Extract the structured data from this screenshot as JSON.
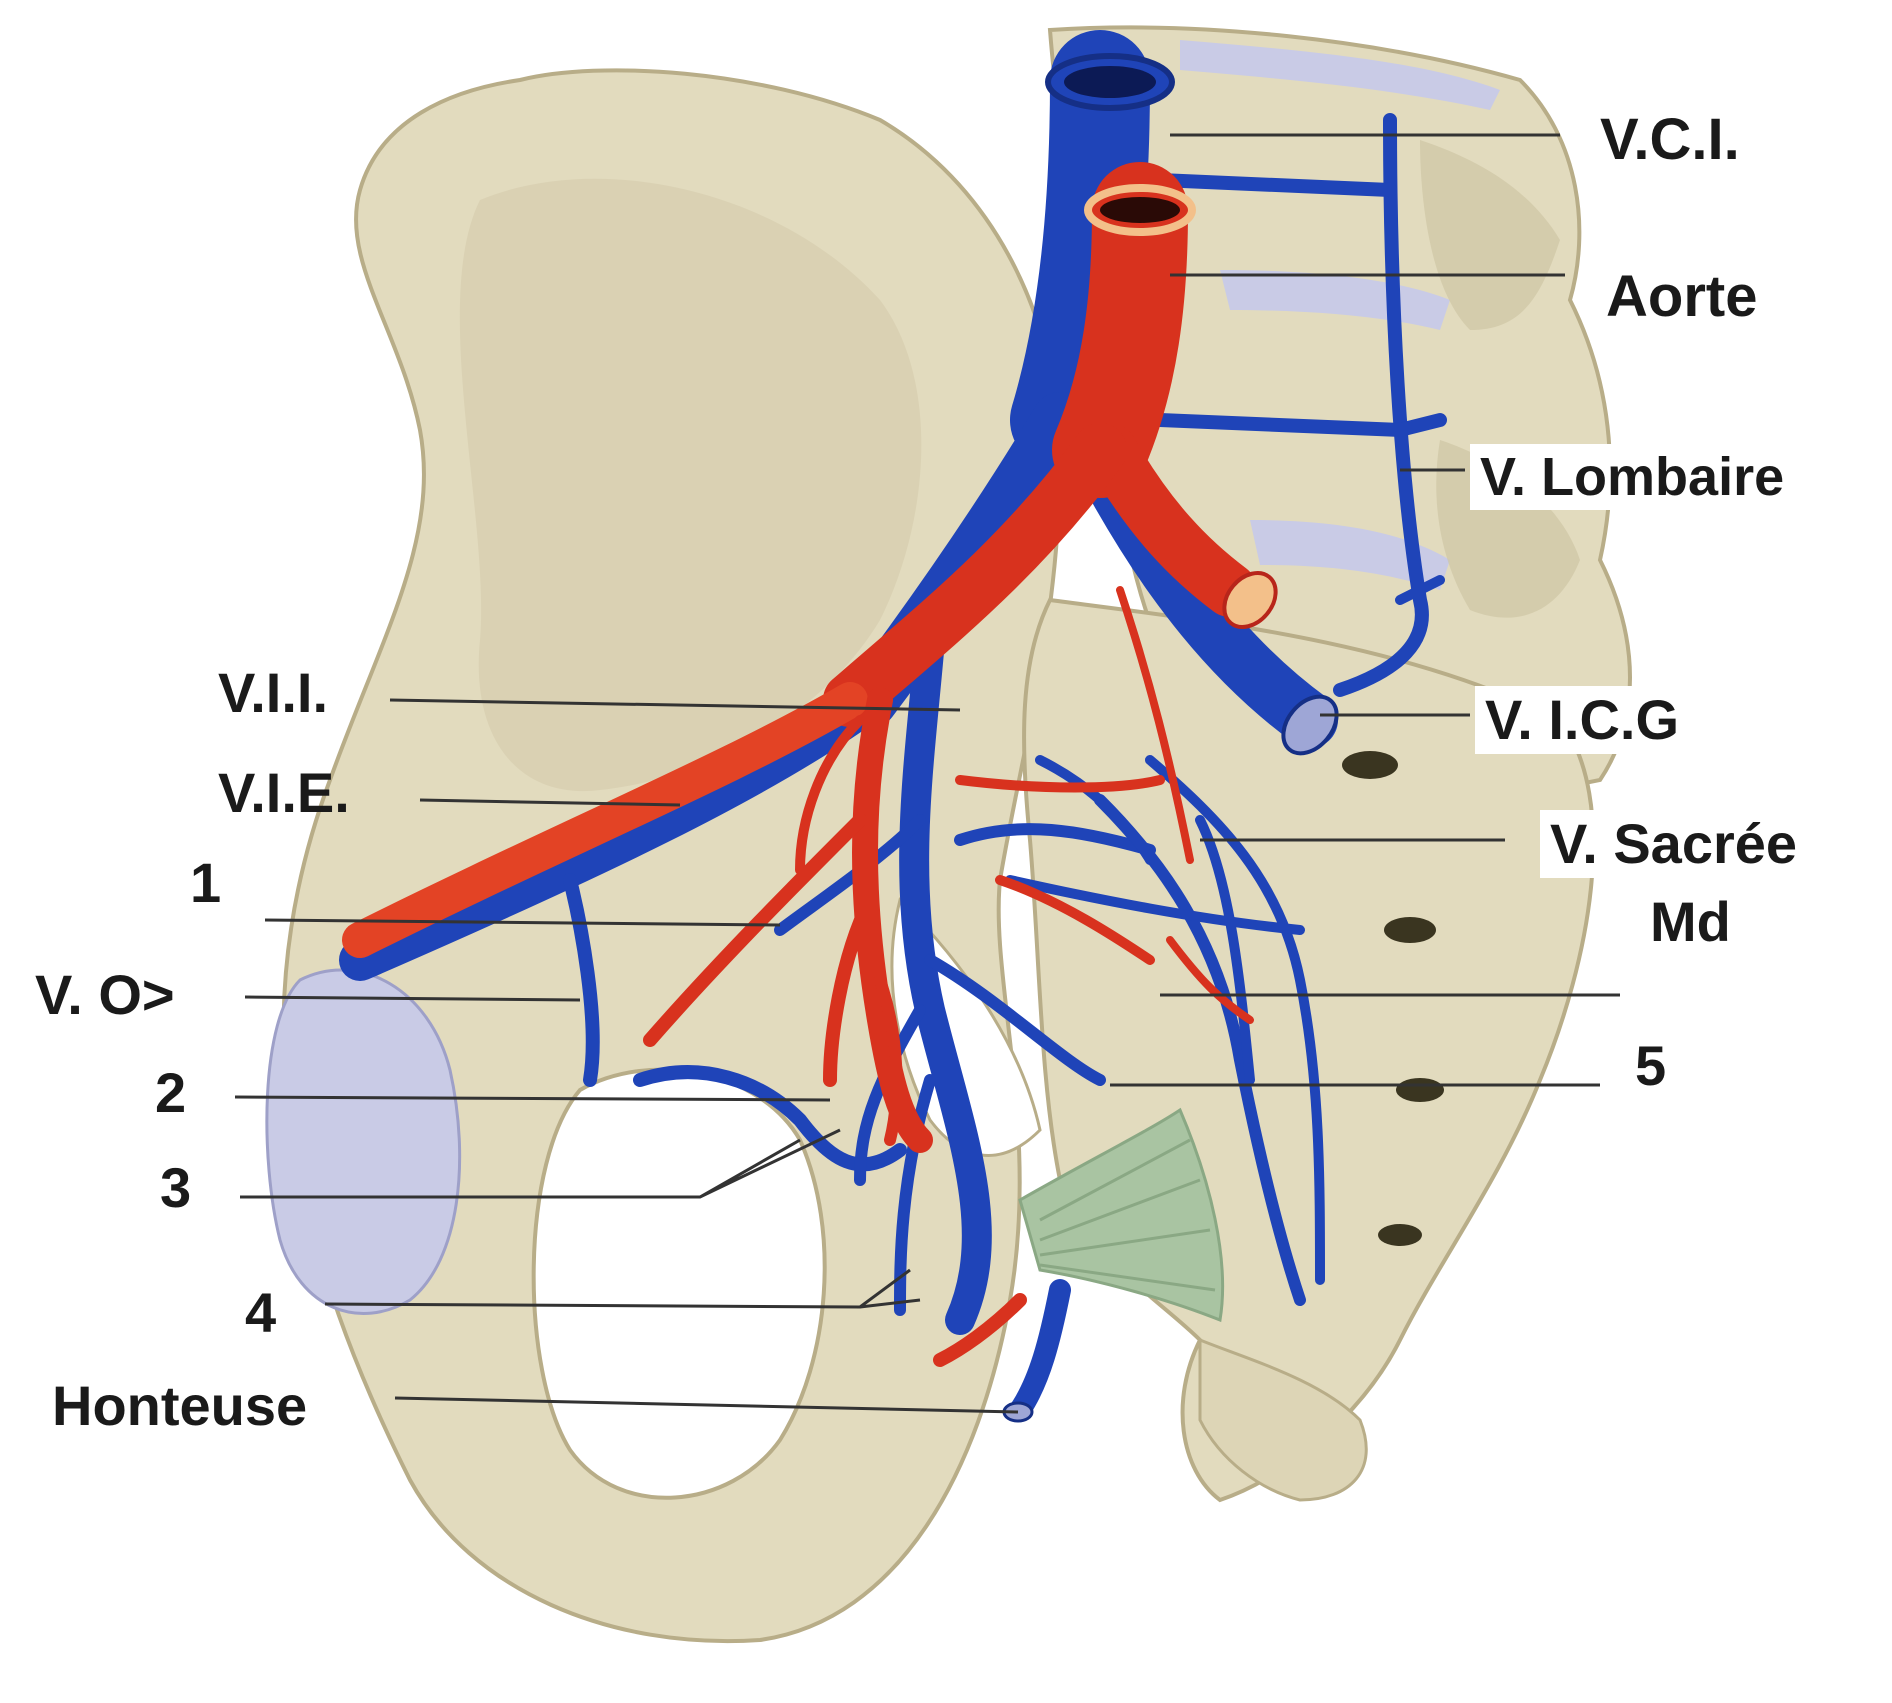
{
  "labels": {
    "vci": "V.C.I.",
    "aorte": "Aorte",
    "v_lombaire": "V. Lombaire",
    "v_icg": "V. I.C.G",
    "v_sacree_l1": "V. Sacrée",
    "v_sacree_l2": "Md",
    "n5": "5",
    "vii": "V.I.I.",
    "vie": "V.I.E.",
    "n1": "1",
    "vo": "V. O>",
    "n2": "2",
    "n3": "3",
    "n4": "4",
    "honteuse": "Honteuse"
  },
  "colors": {
    "bone": "#e2dbbe",
    "bone_shadow": "#cfc6a4",
    "bone_outline": "#b8ad88",
    "cartilage": "#c9cbe6",
    "vein": "#1f44b8",
    "vein_dark": "#152f86",
    "artery": "#d8321e",
    "artery_light": "#f05a35",
    "ligament": "#a9c4a2",
    "leader_line": "#333333",
    "label_text": "#1a1a1a"
  }
}
